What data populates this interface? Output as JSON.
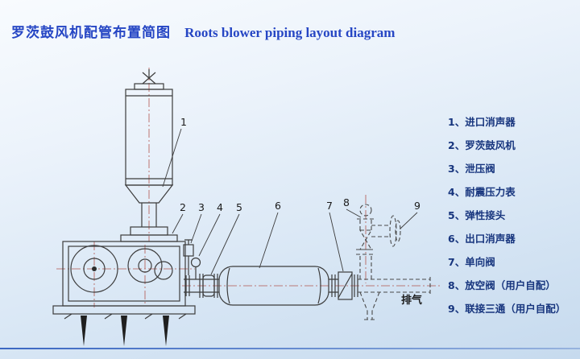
{
  "title": {
    "cn": "罗茨鼓风机配管布置简图",
    "en": "Roots blower piping layout diagram"
  },
  "legend": {
    "items": [
      {
        "text": "1、进口消声器"
      },
      {
        "text": "2、罗茨鼓风机"
      },
      {
        "text": "3、泄压阀"
      },
      {
        "text": "4、耐震压力表"
      },
      {
        "text": "5、弹性接头"
      },
      {
        "text": "6、出口消声器"
      },
      {
        "text": "7、单向阀"
      },
      {
        "text": "8、放空阀（用户自配）"
      },
      {
        "text": "9、联接三通（用户自配）"
      }
    ]
  },
  "diagram": {
    "callouts": [
      "1",
      "2",
      "3",
      "4",
      "5",
      "6",
      "7",
      "8",
      "9"
    ],
    "exhaust_label": "排气"
  },
  "colors": {
    "title_blue": "#2646c4",
    "legend_blue": "#17357e",
    "line_dark": "#3c3c3c",
    "centerline_red": "#b2554e",
    "divider_blue": "#3b67c2",
    "background_top": "#f8fbfe",
    "background_bottom": "#c6daee"
  }
}
